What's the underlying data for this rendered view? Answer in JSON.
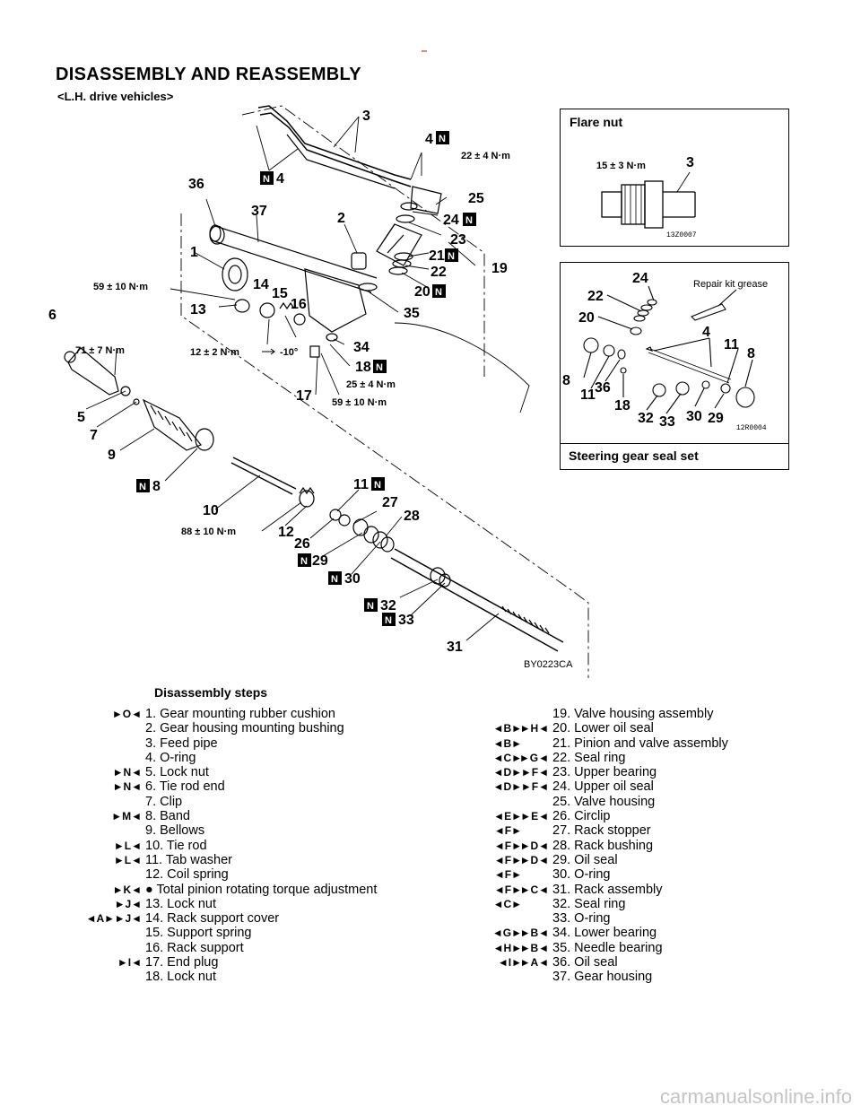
{
  "page": {
    "title": "DISASSEMBLY AND REASSEMBLY",
    "subtitle": "<L.H. drive vehicles>",
    "figure_code": "BY0223CA",
    "watermark": "carmanualsonline.info"
  },
  "callouts": [
    "1",
    "2",
    "3",
    "4",
    "5",
    "6",
    "7",
    "8",
    "9",
    "10",
    "11",
    "12",
    "13",
    "14",
    "15",
    "16",
    "17",
    "18",
    "19",
    "20",
    "21",
    "22",
    "23",
    "24",
    "25",
    "26",
    "27",
    "28",
    "29",
    "30",
    "31",
    "32",
    "33",
    "34",
    "35",
    "36",
    "37"
  ],
  "new_part_mark": "N",
  "torques": {
    "t22": "22 ± 4 N·m",
    "t59a": "59 ± 10 N·m",
    "t71": "71 ± 7 N·m",
    "t12": "12 ± 2 N·m",
    "angle": "-10°",
    "t25": "25 ± 4 N·m",
    "t59b": "59 ± 10 N·m",
    "t88": "88 ± 10 N·m"
  },
  "flare_box": {
    "caption": "Flare nut",
    "torque": "15 ± 3 N·m",
    "part": "3",
    "code": "13Z0007"
  },
  "seal_box": {
    "caption": "Steering gear seal set",
    "grease": "Repair kit grease",
    "code": "12R0004",
    "parts": [
      "24",
      "22",
      "20",
      "4",
      "11",
      "8",
      "8",
      "11",
      "36",
      "18",
      "32",
      "33",
      "30",
      "29"
    ]
  },
  "steps_title": "Disassembly steps",
  "steps_left": [
    {
      "a": "",
      "b": "►O◄",
      "text": "1. Gear mounting rubber cushion"
    },
    {
      "a": "",
      "b": "",
      "text": "2. Gear housing mounting bushing"
    },
    {
      "a": "",
      "b": "",
      "text": "3. Feed pipe"
    },
    {
      "a": "",
      "b": "",
      "text": "4. O-ring"
    },
    {
      "a": "",
      "b": "►N◄",
      "text": "5. Lock nut"
    },
    {
      "a": "",
      "b": "►N◄",
      "text": "6. Tie rod end"
    },
    {
      "a": "",
      "b": "",
      "text": "7. Clip"
    },
    {
      "a": "",
      "b": "►M◄",
      "text": "8. Band"
    },
    {
      "a": "",
      "b": "",
      "text": "9. Bellows"
    },
    {
      "a": "",
      "b": "►L◄",
      "text": "10. Tie rod"
    },
    {
      "a": "",
      "b": "►L◄",
      "text": "11. Tab washer"
    },
    {
      "a": "",
      "b": "",
      "text": "12. Coil spring"
    },
    {
      "a": "",
      "b": "►K◄",
      "text": "● Total pinion rotating torque adjustment"
    },
    {
      "a": "",
      "b": "►J◄",
      "text": "13. Lock nut"
    },
    {
      "a": "◄A►",
      "b": "►J◄",
      "text": "14. Rack support cover"
    },
    {
      "a": "",
      "b": "",
      "text": "15. Support spring"
    },
    {
      "a": "",
      "b": "",
      "text": "16. Rack support"
    },
    {
      "a": "",
      "b": "►I◄",
      "text": "17. End plug"
    },
    {
      "a": "",
      "b": "",
      "text": "18. Lock nut"
    }
  ],
  "steps_right": [
    {
      "a": "",
      "b": "",
      "text": "19. Valve housing assembly"
    },
    {
      "a": "◄B►",
      "b": "►H◄",
      "text": "20. Lower oil seal"
    },
    {
      "a": "◄B►",
      "b": "",
      "text": "21. Pinion and valve assembly"
    },
    {
      "a": "◄C►",
      "b": "►G◄",
      "text": "22. Seal ring"
    },
    {
      "a": "◄D►",
      "b": "►F◄",
      "text": "23. Upper bearing"
    },
    {
      "a": "◄D►",
      "b": "►F◄",
      "text": "24. Upper oil seal"
    },
    {
      "a": "",
      "b": "",
      "text": "25. Valve housing"
    },
    {
      "a": "◄E►",
      "b": "►E◄",
      "text": "26. Circlip"
    },
    {
      "a": "◄F►",
      "b": "",
      "text": "27. Rack stopper"
    },
    {
      "a": "◄F►",
      "b": "►D◄",
      "text": "28. Rack bushing"
    },
    {
      "a": "◄F►",
      "b": "►D◄",
      "text": "29. Oil seal"
    },
    {
      "a": "◄F►",
      "b": "",
      "text": "30. O-ring"
    },
    {
      "a": "◄F►",
      "b": "►C◄",
      "text": "31. Rack assembly"
    },
    {
      "a": "◄C►",
      "b": "",
      "text": "32. Seal ring"
    },
    {
      "a": "",
      "b": "",
      "text": "33. O-ring"
    },
    {
      "a": "◄G►",
      "b": "►B◄",
      "text": "34. Lower bearing"
    },
    {
      "a": "◄H►",
      "b": "►B◄",
      "text": "35. Needle bearing"
    },
    {
      "a": "◄I►",
      "b": "►A◄",
      "text": "36. Oil seal"
    },
    {
      "a": "",
      "b": "",
      "text": "37. Gear housing"
    }
  ]
}
